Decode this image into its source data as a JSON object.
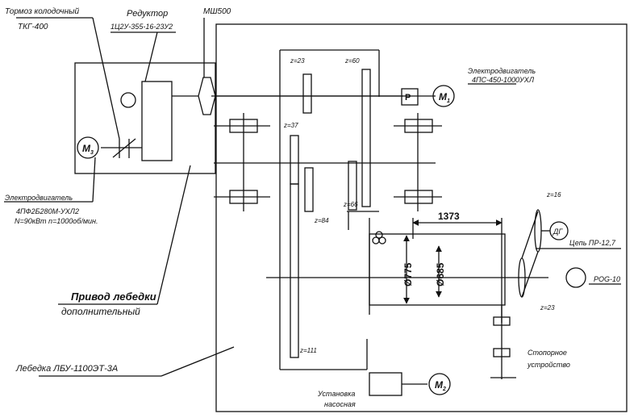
{
  "labels": {
    "brake_title": "Тормоз колодочный",
    "brake_model": "ТКГ-400",
    "reducer_title": "Редуктор",
    "reducer_model": "1Ц2У-355-16-23У2",
    "coupling": "МШ500",
    "motor_main_title": "Электродвигатель",
    "motor_main_model": "4ПС-450-1000УХЛ",
    "motor_aux_title": "Электродвигатель",
    "motor_aux_model": "4ПФ2Б280М-УХЛ2",
    "motor_aux_params": "N=90кВт n=1000об/мин.",
    "drive_line1": "Привод лебедки",
    "drive_line2": "дополнительный",
    "winch": "Лебедка ЛБУ-1100ЭТ-3А",
    "pump_line1": "Установка",
    "pump_line2": "насосная",
    "stopper_line1": "Стопорное",
    "stopper_line2": "устройство",
    "chain": "Цепь ПР-12,7",
    "rog": "РОG-10",
    "dg": "ДГ",
    "m1": "М",
    "m1_sub": "1",
    "m2": "М",
    "m2_sub": "2",
    "m3": "М",
    "m3_sub": "3",
    "p_label": "Р"
  },
  "gears": {
    "z23_top": "z=23",
    "z60": "z=60",
    "z37": "z=37",
    "z84": "z=84",
    "z66": "z=66",
    "z111": "z=111",
    "z16": "z=16",
    "z23_bottom": "z=23"
  },
  "dimensions": {
    "length": "1373",
    "diam_outer": "Ø775",
    "diam_inner": "Ø685"
  }
}
